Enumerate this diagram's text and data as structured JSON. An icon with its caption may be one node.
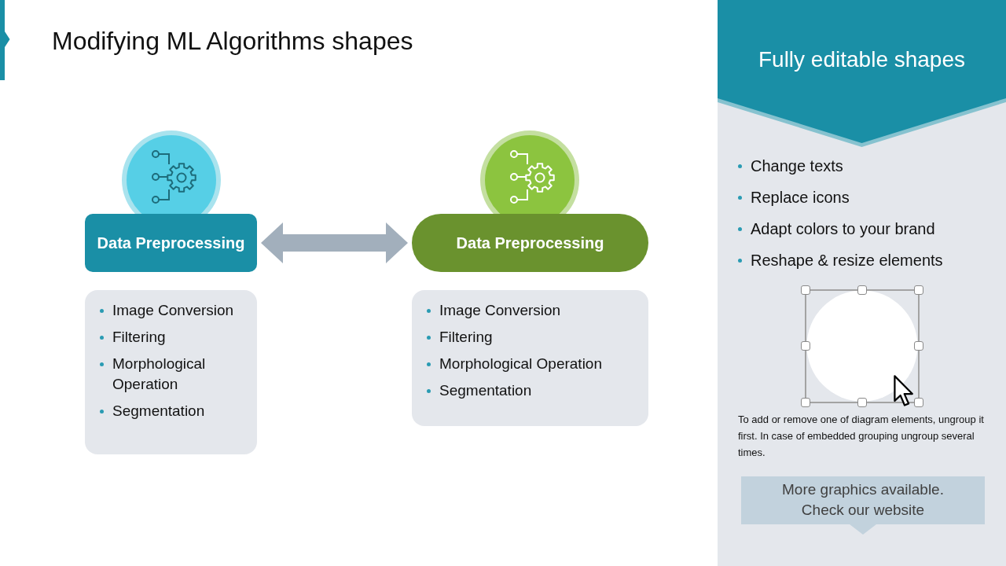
{
  "diagram": {
    "title": "Modifying ML Algorithms shapes",
    "nodes": [
      {
        "text": [
          "Data Preprocessing"
        ]
      },
      {
        "text": [
          "Image Conversion",
          "Filtering",
          "Morphological Operation",
          "Segmentation"
        ]
      },
      {
        "text": [
          "Data Preprocessing"
        ]
      },
      {
        "text": [
          "Image Conversion",
          "Filtering",
          "Morphological Operation",
          "Segmentation"
        ]
      },
      {
        "text": [
          "Change texts",
          "Replace icons",
          "Adapt colors to your brand",
          "Reshape & resize elements",
          "To add or remove one of diagram elements, ungroup it first. In case of embedded grouping ungroup several times."
        ]
      },
      {
        "text": [
          "Fully editable shapes"
        ],
        "in": 4
      },
      {
        "text": [
          "More graphics available. Check our website"
        ],
        "in": 4
      }
    ],
    "edges": [
      {
        "from": 0,
        "to": 2,
        "arrow": "both"
      }
    ]
  }
}
